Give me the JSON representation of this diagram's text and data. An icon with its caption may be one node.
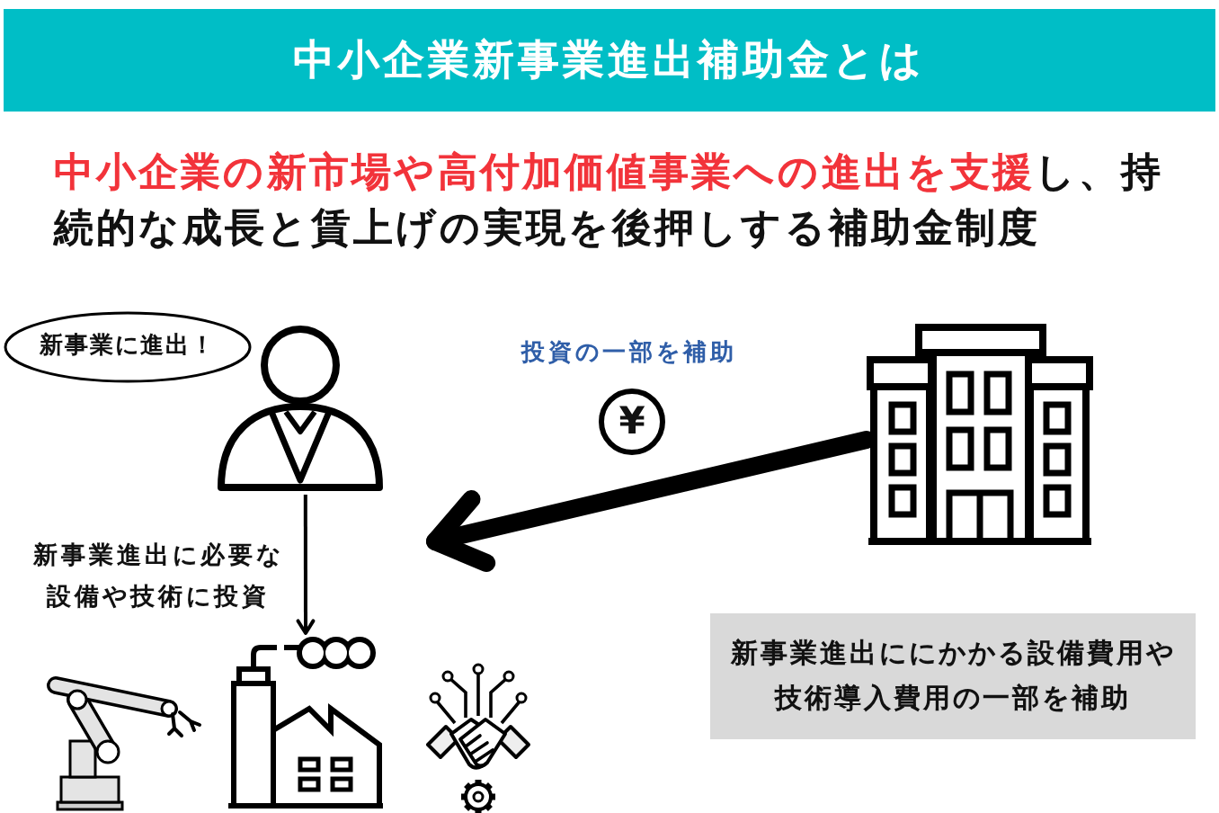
{
  "diagram": {
    "title": "中小企業新事業進出補助金とは",
    "nodes": [
      {
        "text": [
          "新事業に進出！"
        ]
      },
      {
        "text": [],
        "shape": "person"
      },
      {
        "text": [
          "¥"
        ]
      },
      {
        "text": [],
        "shape": "picture"
      },
      {
        "text": [],
        "shape": "picture"
      },
      {
        "text": [
          "新事業進出ににかかる設備費用や技術導入費用の一部を補助"
        ]
      }
    ],
    "edges": [
      {
        "from": 3,
        "to": 1,
        "arrow": "to",
        "label": "投資の一部を補助",
        "style": "thick"
      },
      {
        "from": 1,
        "to": 4,
        "arrow": "to",
        "label": "新事業進出に必要な設備や技術に投資"
      }
    ],
    "labels": [
      "**中小企業の新市場や高付加価値事業への進出を支援**し、持続的な成長と賃上げの実現を後押しする補助金制度"
    ]
  }
}
